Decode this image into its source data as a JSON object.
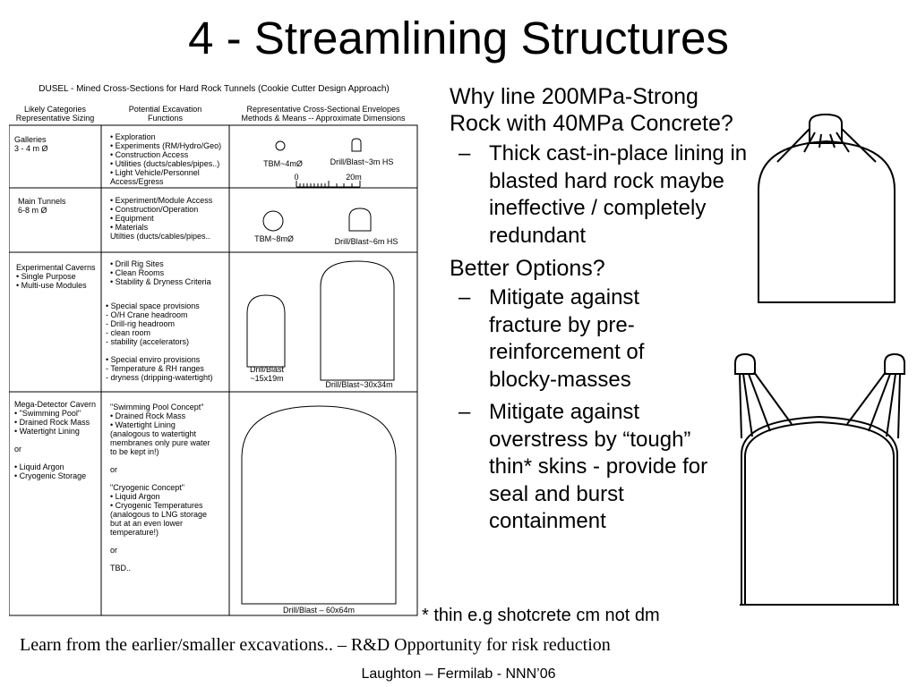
{
  "slide": {
    "title": "4 - Streamlining Structures",
    "footnote": "* thin e.g shotcrete cm not dm",
    "learn_line": "Learn from the earlier/smaller excavations.. – R&D Opportunity for risk reduction",
    "footer": "Laughton – Fermilab - NNN’06"
  },
  "table": {
    "title": "DUSEL - Mined Cross-Sections for Hard Rock Tunnels (Cookie Cutter Design Approach)",
    "headers": [
      "Likely Categories\nRepresentative Sizing",
      "Potential Excavation\nFunctions",
      "Representative Cross-Sectional Envelopes\nMethods & Means -- Approximate Dimensions"
    ],
    "rows": [
      {
        "category": "Galleries\n3 - 4 m Ø",
        "functions": "• Exploration\n• Experiments  (RM/Hydro/Geo)\n• Construction Access\n• Utilities (ducts/cables/pipes..)\n• Light Vehicle/Personnel\nAccess/Egress",
        "captions": [
          "TBM~4mØ",
          "Drill/Blast~3m HS"
        ],
        "scale": [
          "0",
          "20m"
        ]
      },
      {
        "category": "Main Tunnels\n6-8 m Ø",
        "functions": "• Experiment/Module Access\n• Construction/Operation\n• Equipment\n• Materials\nUtilties (ducts/cables/pipes..",
        "captions": [
          "TBM~8mØ",
          "Drill/Blast~6m HS"
        ]
      },
      {
        "category": "Experimental Caverns\n• Single Purpose\n• Multi-use Modules",
        "functions": "• Drill Rig Sites\n• Clean Rooms\n• Stability & Dryness Criteria",
        "functions2": "• Special space provisions\n- O/H Crane headroom\n- Drill-rig headroom\n- clean room\n- stability (accelerators)\n\n• Special enviro provisions\n- Temperature & RH ranges\n- dryness (dripping-watertight)",
        "captions": [
          "Drill/Blast\n~15x19m",
          "Drill/Blast~30x34m"
        ]
      },
      {
        "category": "Mega-Detector Cavern\n• \"Swimming Pool\"\n• Drained Rock Mass\n• Watertight Lining\n\nor\n\n• Liquid Argon\n• Cryogenic Storage",
        "functions": "\"Swimming Pool Concept\"\n• Drained Rock Mass\n• Watertight Lining\n(analogous to watertight\nmembranes only pure water\nto be kept in!)\n\nor\n\n\"Cryogenic Concept\"\n• Liquid Argon\n• Cryogenic Temperatures\n(analogous to LNG storage\nbut at an even lower\ntemperature!)\n\nor\n\nTBD..",
        "captions": [
          "Drill/Blast – 60x64m"
        ]
      }
    ]
  },
  "bullets": [
    {
      "text": "Why line 200MPa-Strong Rock with 40MPa Concrete?",
      "subs": [
        "Thick cast-in-place lining in blasted hard rock maybe ineffective / completely redundant"
      ]
    },
    {
      "text": "Better Options?",
      "subs": [
        "Mitigate against fracture by pre-reinforcement of blocky-masses",
        "Mitigate against overstress by “tough” thin* skins - provide for seal and burst containment"
      ]
    }
  ],
  "dash_glyph": "–"
}
